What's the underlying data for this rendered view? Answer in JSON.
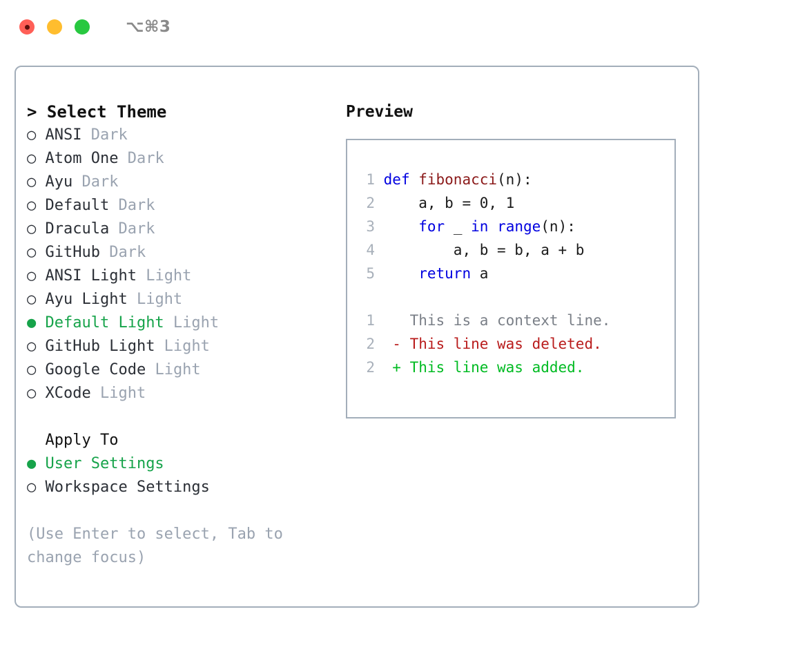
{
  "titlebar": {
    "shortcut": "⌥⌘3",
    "lights": [
      "close-red",
      "minimize-yellow",
      "maximize-green"
    ]
  },
  "theme_list": {
    "header": "> Select Theme",
    "items": [
      {
        "bullet": "○",
        "name": "ANSI",
        "variant": "Dark",
        "selected": false
      },
      {
        "bullet": "○",
        "name": "Atom One",
        "variant": "Dark",
        "selected": false
      },
      {
        "bullet": "○",
        "name": "Ayu",
        "variant": "Dark",
        "selected": false
      },
      {
        "bullet": "○",
        "name": "Default",
        "variant": "Dark",
        "selected": false
      },
      {
        "bullet": "○",
        "name": "Dracula",
        "variant": "Dark",
        "selected": false
      },
      {
        "bullet": "○",
        "name": "GitHub",
        "variant": "Dark",
        "selected": false
      },
      {
        "bullet": "○",
        "name": "ANSI Light",
        "variant": "Light",
        "selected": false
      },
      {
        "bullet": "○",
        "name": "Ayu Light",
        "variant": "Light",
        "selected": false
      },
      {
        "bullet": "●",
        "name": "Default Light",
        "variant": "Light",
        "selected": true
      },
      {
        "bullet": "○",
        "name": "GitHub Light",
        "variant": "Light",
        "selected": false
      },
      {
        "bullet": "○",
        "name": "Google Code",
        "variant": "Light",
        "selected": false
      },
      {
        "bullet": "○",
        "name": "XCode",
        "variant": "Light",
        "selected": false
      }
    ]
  },
  "apply_to": {
    "header": "  Apply To",
    "options": [
      {
        "bullet": "●",
        "label": "User Settings",
        "selected": true
      },
      {
        "bullet": "○",
        "label": "Workspace Settings",
        "selected": false
      }
    ]
  },
  "hint": "(Use Enter to select, Tab to change focus)",
  "preview": {
    "title": "Preview",
    "code": [
      {
        "no": "1",
        "tokens": [
          {
            "t": "def ",
            "c": "kw"
          },
          {
            "t": "fibonacci",
            "c": "fn"
          },
          {
            "t": "(n):",
            "c": "pl"
          }
        ]
      },
      {
        "no": "2",
        "tokens": [
          {
            "t": "    a, b = 0, 1",
            "c": "pl"
          }
        ]
      },
      {
        "no": "3",
        "tokens": [
          {
            "t": "    ",
            "c": "pl"
          },
          {
            "t": "for",
            "c": "kw"
          },
          {
            "t": " _ ",
            "c": "pl"
          },
          {
            "t": "in",
            "c": "kw"
          },
          {
            "t": " ",
            "c": "pl"
          },
          {
            "t": "range",
            "c": "kw"
          },
          {
            "t": "(n):",
            "c": "pl"
          }
        ]
      },
      {
        "no": "4",
        "tokens": [
          {
            "t": "        a, b = b, a + b",
            "c": "pl"
          }
        ]
      },
      {
        "no": "5",
        "tokens": [
          {
            "t": "    ",
            "c": "pl"
          },
          {
            "t": "return",
            "c": "kw"
          },
          {
            "t": " a",
            "c": "pl"
          }
        ]
      }
    ],
    "diff": [
      {
        "no": "1",
        "marker": "  ",
        "text": "This is a context line.",
        "kind": "ctx"
      },
      {
        "no": "2",
        "marker": "- ",
        "text": "This line was deleted.",
        "kind": "del"
      },
      {
        "no": "2",
        "marker": "+ ",
        "text": "This line was added.",
        "kind": "add"
      }
    ]
  },
  "colors": {
    "selected_green": "#16a34a",
    "muted_gray": "#9aa3b0",
    "border": "#a3aeba",
    "keyword_blue": "#0000e0",
    "function_red": "#8b1a1a",
    "diff_del_red": "#b91c1c",
    "diff_add_green": "#00bb22",
    "light_red": "#ff5f57",
    "light_yellow": "#ffbd2e",
    "light_green": "#28c840"
  }
}
